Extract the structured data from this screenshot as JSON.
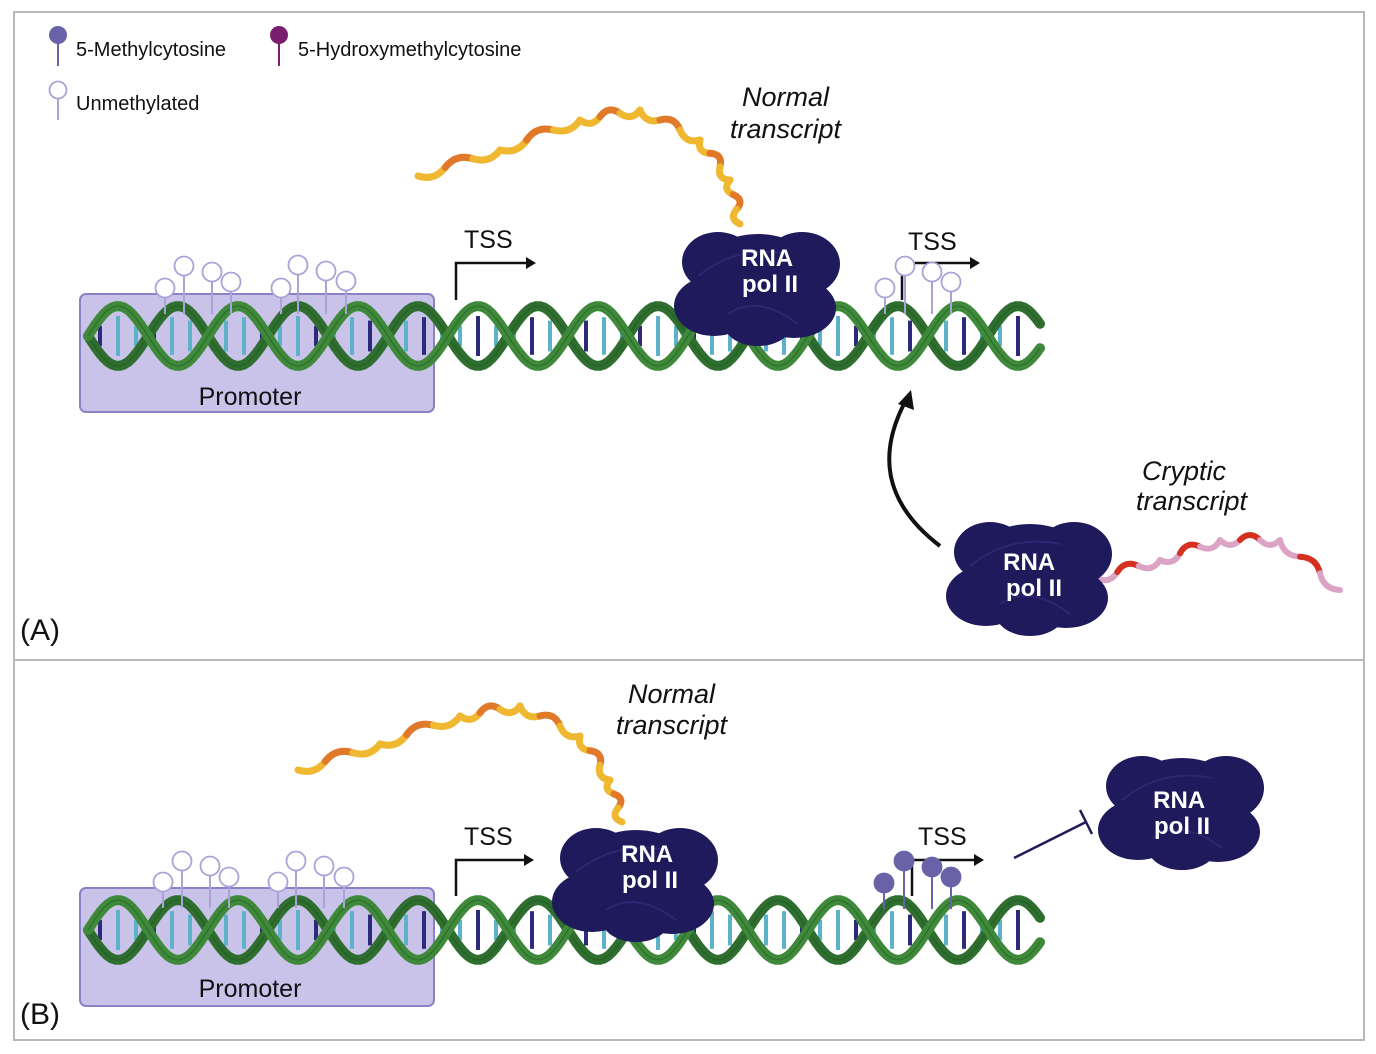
{
  "legend": {
    "methyl": "5-Methylcytosine",
    "hydroxy": "5-Hydroxymethylcytosine",
    "unmethylated": "Unmethylated"
  },
  "panel_a": {
    "label": "(A)",
    "promoter": "Promoter",
    "tss_1": "TSS",
    "tss_2": "TSS",
    "normal_transcript": [
      "Normal",
      "transcript"
    ],
    "cryptic_transcript": [
      "Cryptic",
      "transcript"
    ],
    "pol_top": [
      "RNA",
      "pol II"
    ],
    "pol_bottom": [
      "RNA",
      "pol II"
    ]
  },
  "panel_b": {
    "label": "(B)",
    "promoter": "Promoter",
    "tss_1": "TSS",
    "tss_2": "TSS",
    "normal_transcript": [
      "Normal",
      "transcript"
    ],
    "pol_main": [
      "RNA",
      "pol II"
    ],
    "pol_blocked": [
      "RNA",
      "pol II"
    ]
  },
  "colors": {
    "pol": "#1e1a5c",
    "helix_dark": "#2e6e2e",
    "helix_light": "#3f8a3a",
    "promoter_fill": "#c9c3ea",
    "promoter_stroke": "#8b82c6",
    "methyl": "#6a62a8",
    "hydroxy": "#7a1f6e",
    "unmethyl": "#a9a3d6",
    "bp_dark": "#2e2a7a",
    "bp_light": "#5bb2c9",
    "rna_yellow": "#f0b731",
    "rna_orange": "#e07a2a",
    "rna_pink": "#dba3c4",
    "rna_red": "#d4301f"
  }
}
